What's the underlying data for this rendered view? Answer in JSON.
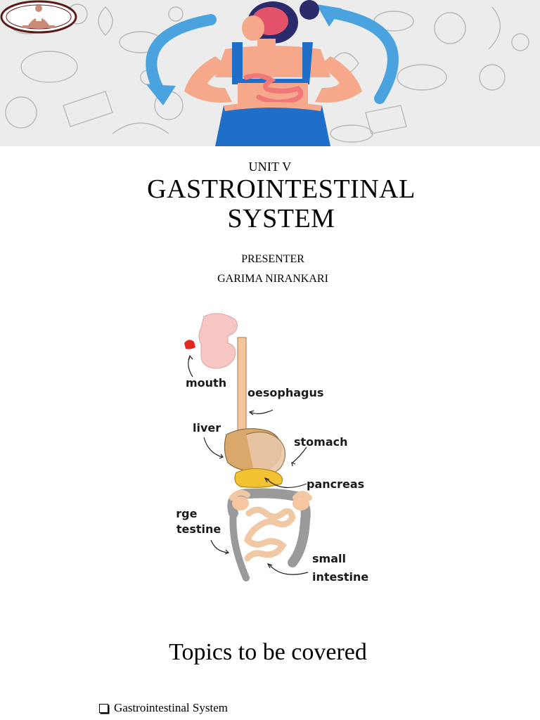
{
  "header": {
    "unit": "UNIT V",
    "title_line1": "GASTROINTESTINAL",
    "title_line2": "SYSTEM"
  },
  "presenter": {
    "label": "PRESENTER",
    "name": "GARIMA NIRANKARI"
  },
  "diagram": {
    "labels": {
      "mouth": "mouth",
      "oesophagus": "oesophagus",
      "liver": "liver",
      "stomach": "stomach",
      "pancreas": "pancreas",
      "large_intestine_1": "large",
      "large_intestine_2": "intestine",
      "small_intestine_1": "small",
      "small_intestine_2": "intestine"
    }
  },
  "topics": {
    "heading": "Topics to be covered",
    "items": [
      "Gastrointestinal System"
    ]
  },
  "colors": {
    "banner_bg": "#ececec",
    "arrow_blue": "#4aa3df",
    "top_blue": "#1f6fc9",
    "skin": "#f5a88a",
    "hair": "#2b2b6b",
    "brain": "#e3546b",
    "intestine_pink": "#f07878",
    "liver_tan": "#d9a86a",
    "pancreas_yellow": "#f2c232",
    "gray_colon": "#9a9a9a"
  },
  "icons": [
    "cycle-arrow-icon",
    "meditation-logo-icon",
    "checkbox-bullet-icon"
  ]
}
